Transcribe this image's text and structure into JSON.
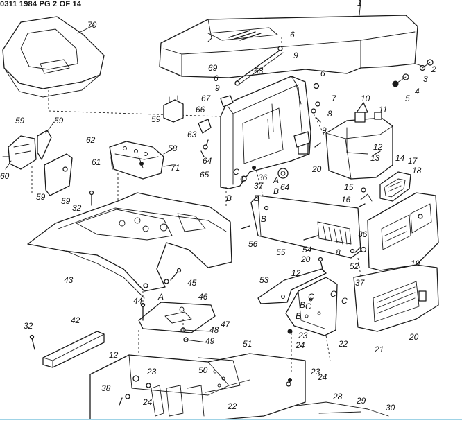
{
  "header": {
    "title": "0311 1984 PG 2 OF 14"
  },
  "labels": {
    "l1": "1",
    "l2": "2",
    "l3": "3",
    "l4": "4",
    "l5": "5",
    "l6a": "6",
    "l6b": "6",
    "l6c": "6",
    "l7": "7",
    "l8a": "8",
    "l8b": "8",
    "l9a": "9",
    "l9b": "9",
    "l9c": "9",
    "l10": "10",
    "l11": "11",
    "l12a": "12",
    "l12b": "12",
    "l12c": "12",
    "l13": "13",
    "l14": "14",
    "l15": "15",
    "l16": "16",
    "l17": "17",
    "l18": "18",
    "l19": "19",
    "l20a": "20",
    "l20b": "20",
    "l20c": "20",
    "l21": "21",
    "l22a": "22",
    "l22b": "22",
    "l23a": "23",
    "l23b": "23",
    "l23c": "23",
    "l24a": "24",
    "l24b": "24",
    "l24c": "24",
    "l28": "28",
    "l29": "29",
    "l30": "30",
    "l32a": "32",
    "l32b": "32",
    "l36a": "36",
    "l36b": "36",
    "l37a": "37",
    "l37b": "37",
    "l38": "38",
    "l42": "42",
    "l43": "43",
    "l44": "44",
    "l45": "45",
    "l46": "46",
    "l47": "47",
    "l48": "48",
    "l49": "49",
    "l50": "50",
    "l51": "51",
    "l52": "52",
    "l53": "53",
    "l54": "54",
    "l55": "55",
    "l56": "56",
    "l58": "58",
    "l59a": "59",
    "l59b": "59",
    "l59c": "59",
    "l59d": "59",
    "l59e": "59",
    "l60": "60",
    "l61": "61",
    "l62": "62",
    "l63": "63",
    "l64a": "64",
    "l64b": "64",
    "l65": "65",
    "l66": "66",
    "l67": "67",
    "l68": "68",
    "l69": "69",
    "l70": "70",
    "l71": "71",
    "lA1": "A",
    "lA2": "A",
    "lB1": "B",
    "lB2": "B",
    "lB3": "B",
    "lB4": "B",
    "lB5": "B",
    "lB6": "B",
    "lC1": "C",
    "lC2": "C",
    "lC3": "C",
    "lC4": "C",
    "lC5": "C",
    "lC6": "C"
  }
}
